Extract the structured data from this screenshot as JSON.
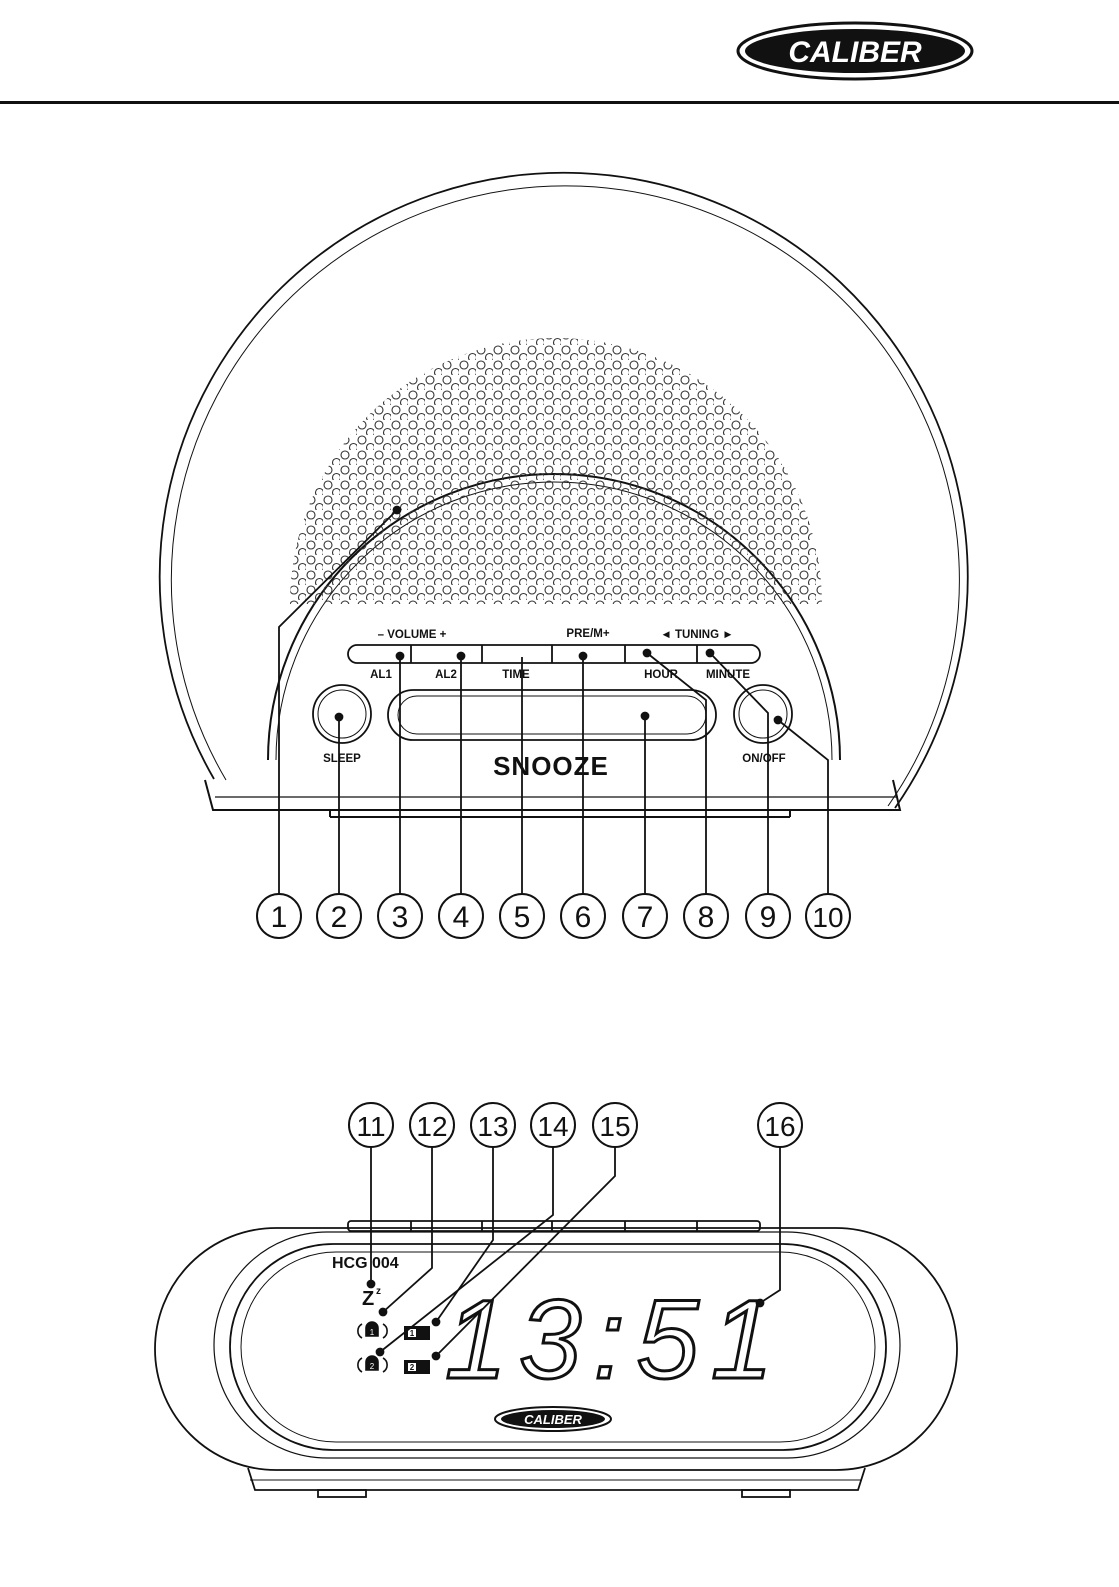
{
  "brand": "CALIBER",
  "front_panel": {
    "volume_label": "– VOLUME +",
    "pre_label": "PRE/M+",
    "tuning_label": "◄  TUNING  ►",
    "al1_label": "AL1",
    "al2_label": "AL2",
    "time_label": "TIME",
    "hour_label": "HOUR",
    "minute_label": "MINUTE",
    "sleep_label": "SLEEP",
    "snooze_label": "SNOOZE",
    "onoff_label": "ON/OFF"
  },
  "callouts_top": [
    "1",
    "2",
    "3",
    "4",
    "5",
    "6",
    "7",
    "8",
    "9",
    "10"
  ],
  "callouts_bottom": [
    "11",
    "12",
    "13",
    "14",
    "15",
    "16"
  ],
  "display": {
    "model": "HCG 004",
    "time": "13:51",
    "sleep_indicator": "Zz",
    "alarm1_box": "1",
    "alarm2_box": "2",
    "brand": "CALIBER"
  }
}
